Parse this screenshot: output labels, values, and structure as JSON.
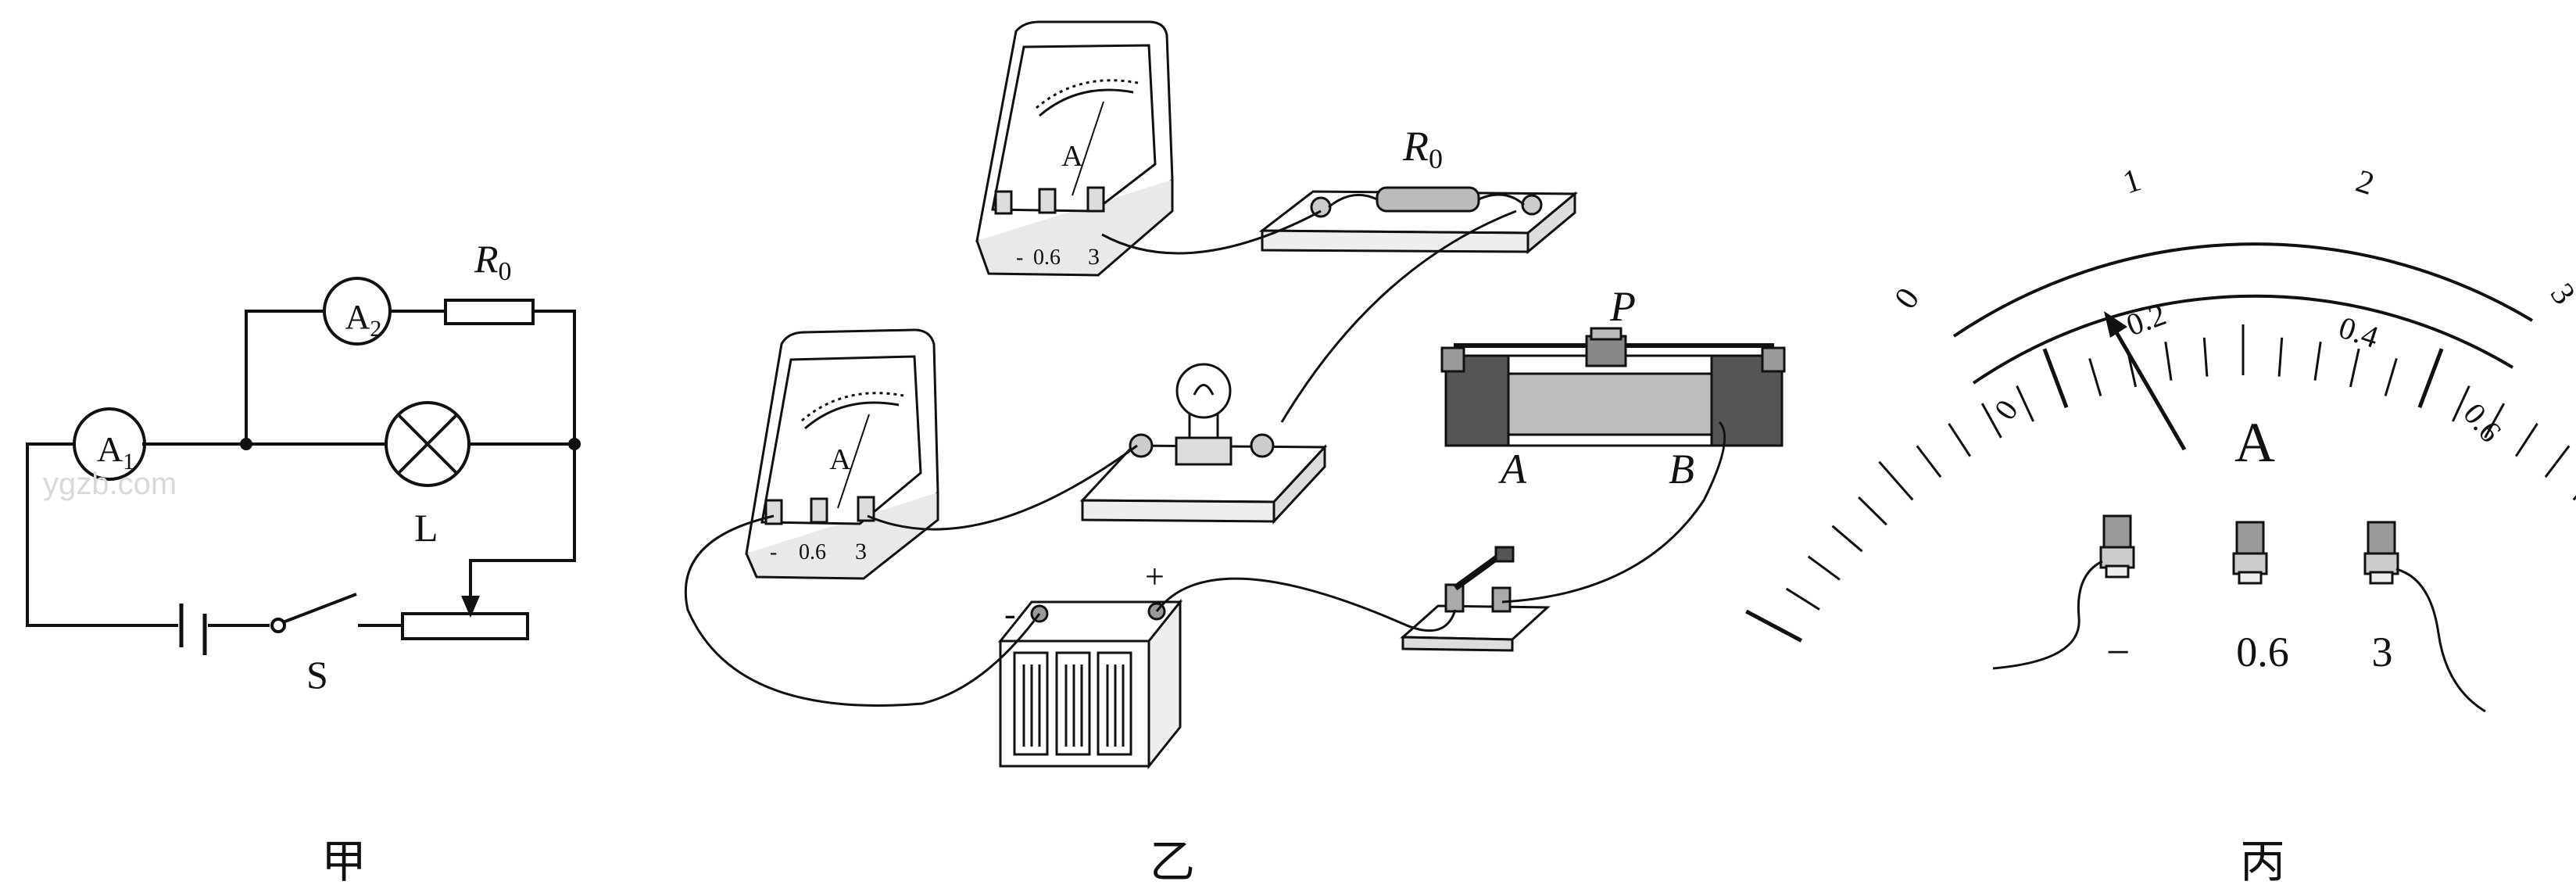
{
  "figures": {
    "jia": {
      "caption": "甲",
      "ammeter_1": "A",
      "ammeter_1_sub": "1",
      "ammeter_2": "A",
      "ammeter_2_sub": "2",
      "resistor": "R",
      "resistor_sub": "0",
      "lamp": "L",
      "switch": "S",
      "watermark": "ygzb.com"
    },
    "yi": {
      "caption": "乙",
      "meter_top_letter": "A",
      "meter_top_terminals": [
        "-",
        "0.6",
        "3"
      ],
      "meter_bottom_letter": "A",
      "meter_bottom_terminals": [
        "-",
        "0.6",
        "3"
      ],
      "resistor": "R",
      "resistor_sub": "0",
      "slider": "P",
      "end_a": "A",
      "end_b": "B",
      "battery_minus": "-",
      "battery_plus": "+"
    },
    "bing": {
      "caption": "丙",
      "outer_scale": [
        "0",
        "1",
        "2",
        "3"
      ],
      "inner_scale": [
        "0",
        "0.2",
        "0.4",
        "0.6"
      ],
      "unit": "A",
      "terminals": [
        "−",
        "0.6",
        "3"
      ],
      "pointer_reading": 0.16
    }
  }
}
